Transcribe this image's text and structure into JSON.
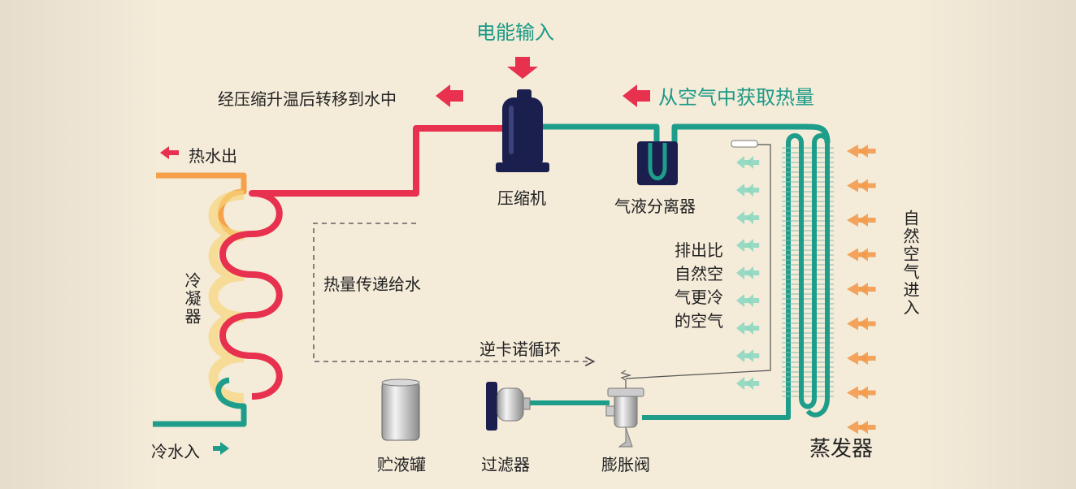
{
  "title_input": "电能输入",
  "transfer_to_water": "经压缩升温后转移到水中",
  "heat_from_air": "从空气中获取热量",
  "hot_water_out": "热水出",
  "cold_water_in": "冷水入",
  "condenser": "冷凝器",
  "compressor": "压缩机",
  "gas_liquid_separator": "气液分离器",
  "heat_transfer_to_water": "热量传递给水",
  "reverse_carnot_cycle": "逆卡诺循环",
  "exhaust_cold_air": "排出比\n自然空\n气更冷\n的空气",
  "natural_air_in": "自然空气进入",
  "liquid_receiver": "贮液罐",
  "filter": "过滤器",
  "expansion_valve": "膨胀阀",
  "evaporator": "蒸发器",
  "colors": {
    "hot_refrigerant": "#e8304f",
    "cold_refrigerant": "#1e9d8a",
    "hot_water": "#f5a04a",
    "liquid_line": "#f0c848",
    "arrow_red": "#e8304f",
    "arrow_orange": "#f39b4c",
    "arrow_green": "#8ed8c0",
    "component_dark": "#1b1f4d"
  }
}
